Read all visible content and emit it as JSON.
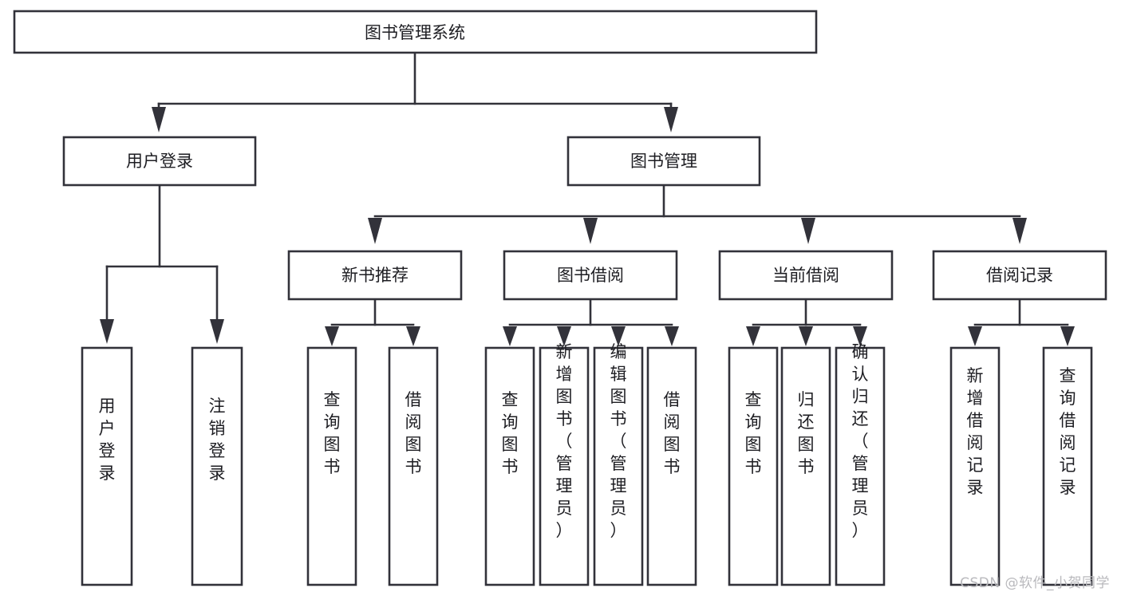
{
  "diagram": {
    "title": "图书管理系统",
    "type": "tree-hierarchy-chart",
    "colors": {
      "box_stroke": "#32323a",
      "box_fill": "#ffffff",
      "text": "#1d1d22",
      "background": "#ffffff",
      "watermark": "#b9b9bd"
    },
    "root": {
      "label": "图书管理系统"
    },
    "level2": [
      {
        "label": "用户登录"
      },
      {
        "label": "图书管理"
      }
    ],
    "level3": [
      {
        "label": "新书推荐"
      },
      {
        "label": "图书借阅"
      },
      {
        "label": "当前借阅"
      },
      {
        "label": "借阅记录"
      }
    ],
    "leaves": {
      "user_login": [
        {
          "label": "用户登录"
        },
        {
          "label": "注销登录"
        }
      ],
      "new_book_recommend": [
        {
          "label": "查询图书"
        },
        {
          "label": "借阅图书"
        }
      ],
      "book_borrow": [
        {
          "label": "查询图书"
        },
        {
          "label": "新增图书（管理员）"
        },
        {
          "label": "编辑图书（管理员）"
        },
        {
          "label": "借阅图书"
        }
      ],
      "current_borrow": [
        {
          "label": "查询图书"
        },
        {
          "label": "归还图书"
        },
        {
          "label": "确认归还（管理员）"
        }
      ],
      "borrow_record": [
        {
          "label": "新增借阅记录"
        },
        {
          "label": "查询借阅记录"
        }
      ]
    }
  },
  "watermark": {
    "text": "CSDN @软件_小贺同学"
  }
}
